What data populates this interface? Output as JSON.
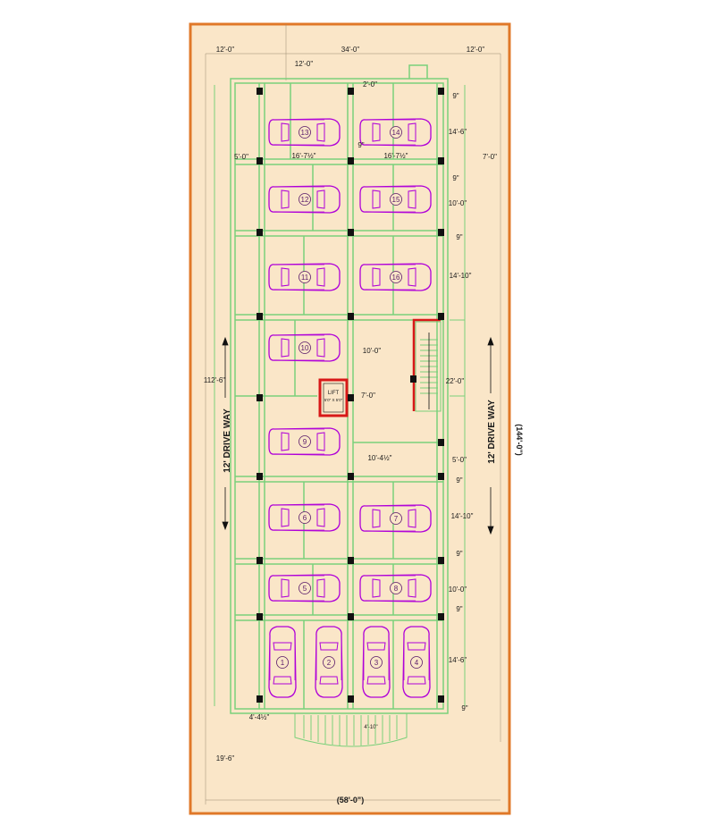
{
  "dimensions": {
    "top_left_setback": "12'-0\"",
    "top_width": "34'-0\"",
    "top_right_setback": "12'-0\"",
    "top_inner": "12'-0\"",
    "lift_gap": "2'-0\"",
    "left_offset": "5'-0\"",
    "bay_left": "16'-7½\"",
    "bay_right": "16'-7½\"",
    "right_drive": "7'-0\"",
    "col_gap": "9\"",
    "left_total": "112'-6\"",
    "lift_row": "10'-0\"",
    "lift_depth": "7'-0\"",
    "stair_height": "22'-0\"",
    "mid_width": "10'-4½\"",
    "entry_offset": "4'-4½\"",
    "entry_width": "4'-10\"",
    "bottom_setback": "19'-6\"",
    "bottom_total": "(58'-0\")",
    "right_total": "(144'-0\")",
    "rows": [
      "9\"",
      "14'-6\"",
      "9\"",
      "10'-0\"",
      "9\"",
      "14'-10\"",
      "5'-0\"",
      "9\"",
      "14'-10\"",
      "9\"",
      "10'-0\"",
      "9\"",
      "14'-6\"",
      "9\""
    ]
  },
  "labels": {
    "drive_left": "12' DRIVE WAY",
    "drive_right": "12' DRIVE WAY",
    "lift": "LIFT",
    "lift_size": "5'0\" X 5'0\""
  },
  "cars": [
    "1",
    "2",
    "3",
    "4",
    "5",
    "6",
    "7",
    "8",
    "9",
    "10",
    "11",
    "12",
    "13",
    "14",
    "15",
    "16"
  ],
  "colors": {
    "background": "#fae6c8",
    "boundary": "#e07828",
    "walls": "#7ad07a",
    "cars": "#b000d8",
    "columns": "#111111",
    "lift_wall": "#d81818"
  }
}
